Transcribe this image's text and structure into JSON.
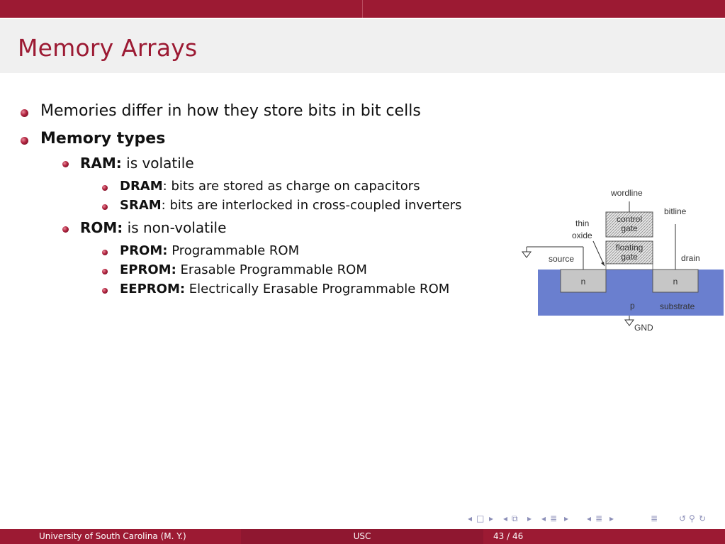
{
  "slide": {
    "title": "Memory Arrays",
    "bullets": [
      {
        "text": "Memories differ in how they store bits in bit cells"
      },
      {
        "text": "Memory types"
      },
      {
        "term": "RAM:",
        "text": " is volatile"
      },
      {
        "term": "DRAM",
        "text": ": bits are stored as charge on capacitors"
      },
      {
        "term": "SRAM",
        "text": ": bits are interlocked in cross-coupled inverters"
      },
      {
        "term": "ROM:",
        "text": " is non-volatile"
      },
      {
        "term": "PROM:",
        "text": " Programmable ROM"
      },
      {
        "term": "EPROM:",
        "text": " Erasable Programmable ROM"
      },
      {
        "term": "EEPROM:",
        "text": " Electrically Erasable Programmable ROM"
      }
    ]
  },
  "figure": {
    "labels": {
      "wordline": "wordline",
      "bitline": "bitline",
      "thin": "thin",
      "oxide": "oxide",
      "control1": "control",
      "control2": "gate",
      "floating1": "floating",
      "floating2": "gate",
      "source": "source",
      "drain": "drain",
      "n_left": "n",
      "n_right": "n",
      "p": "p",
      "substrate": "substrate",
      "gnd": "GND"
    }
  },
  "footer": {
    "author": "University of South Carolina  (M. Y.)",
    "short_title": "USC",
    "page": "43 / 46"
  },
  "colors": {
    "brand": "#9c1a33",
    "substrate": "#6a7fcf",
    "nav": "#8c8fb8"
  }
}
